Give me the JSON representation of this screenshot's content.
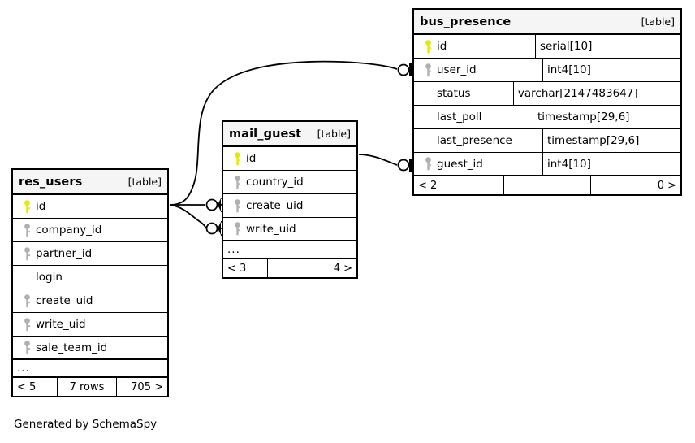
{
  "diagram": {
    "type": "entity-relationship-diagram",
    "generator_credit": "Generated by SchemaSpy",
    "kind_label": "[table]",
    "ellipsis": "...",
    "colors": {
      "primary_key": "#e8e800",
      "foreign_key": "#b0b0b0",
      "border": "#000000",
      "header_background": "#f5f5f5",
      "background": "#ffffff"
    }
  },
  "tables": [
    {
      "id": "res_users",
      "name": "res_users",
      "kind": "[table]",
      "has_type_column": false,
      "columns": [
        {
          "name": "id",
          "key": "primary"
        },
        {
          "name": "company_id",
          "key": "foreign"
        },
        {
          "name": "partner_id",
          "key": "foreign"
        },
        {
          "name": "login",
          "key": "none"
        },
        {
          "name": "create_uid",
          "key": "foreign"
        },
        {
          "name": "write_uid",
          "key": "foreign"
        },
        {
          "name": "sale_team_id",
          "key": "foreign"
        }
      ],
      "more_indicator": "...",
      "footer": {
        "left": "< 5",
        "middle": "7 rows",
        "right": "705 >"
      }
    },
    {
      "id": "mail_guest",
      "name": "mail_guest",
      "kind": "[table]",
      "has_type_column": false,
      "columns": [
        {
          "name": "id",
          "key": "primary"
        },
        {
          "name": "country_id",
          "key": "foreign"
        },
        {
          "name": "create_uid",
          "key": "foreign"
        },
        {
          "name": "write_uid",
          "key": "foreign"
        }
      ],
      "more_indicator": "...",
      "footer": {
        "left": "< 3",
        "middle": "",
        "right": "4 >"
      }
    },
    {
      "id": "bus_presence",
      "name": "bus_presence",
      "kind": "[table]",
      "has_type_column": true,
      "columns": [
        {
          "name": "id",
          "key": "primary",
          "type": "serial[10]"
        },
        {
          "name": "user_id",
          "key": "foreign",
          "type": "int4[10]"
        },
        {
          "name": "status",
          "key": "none",
          "type": "varchar[2147483647]"
        },
        {
          "name": "last_poll",
          "key": "none",
          "type": "timestamp[29,6]"
        },
        {
          "name": "last_presence",
          "key": "none",
          "type": "timestamp[29,6]"
        },
        {
          "name": "guest_id",
          "key": "foreign",
          "type": "int4[10]"
        }
      ],
      "more_indicator": null,
      "footer": {
        "left": "< 2",
        "middle": "",
        "right": "0 >"
      }
    }
  ],
  "relationships": [
    {
      "from_table": "res_users",
      "from_column": "id",
      "to_table": "mail_guest",
      "to_column": "create_uid",
      "from_cardinality": "one",
      "to_cardinality": "zero-or-many"
    },
    {
      "from_table": "res_users",
      "from_column": "id",
      "to_table": "mail_guest",
      "to_column": "write_uid",
      "from_cardinality": "one",
      "to_cardinality": "zero-or-many"
    },
    {
      "from_table": "res_users",
      "from_column": "id",
      "to_table": "bus_presence",
      "to_column": "user_id",
      "from_cardinality": "one",
      "to_cardinality": "zero-or-one"
    },
    {
      "from_table": "mail_guest",
      "from_column": "id",
      "to_table": "bus_presence",
      "to_column": "guest_id",
      "from_cardinality": "one",
      "to_cardinality": "zero-or-one"
    }
  ]
}
